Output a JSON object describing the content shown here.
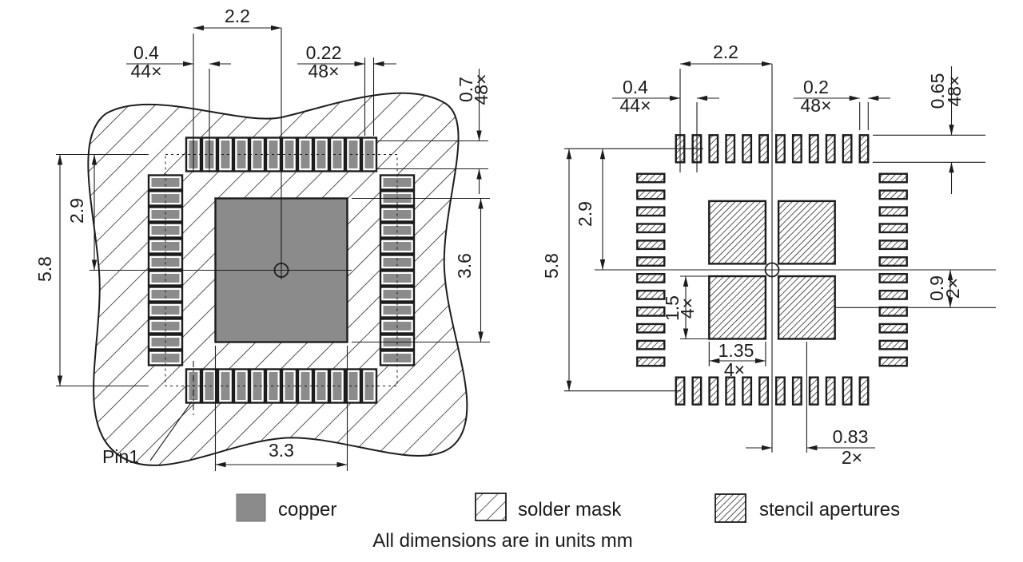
{
  "drawing": {
    "note": "All dimensions are in units mm",
    "colors": {
      "copper": "#8b8b8b",
      "line": "#1c1c1c",
      "background": "#ffffff"
    },
    "legend": {
      "copper": "copper",
      "solder_mask": "solder mask",
      "stencil": "stencil apertures"
    },
    "left_view": {
      "description": "PCB land pattern - copper and solder mask",
      "pin_count": 48,
      "pads_per_side": 12,
      "pin1_label": "Pin1",
      "dims": {
        "first_pad_offset": {
          "num": "2.2",
          "den": ""
        },
        "pad_pitch": {
          "num": "0.4",
          "den": "44×"
        },
        "pad_width": {
          "num": "0.22",
          "den": "48×"
        },
        "pad_length": {
          "num": "0.7",
          "den": "48×"
        },
        "half_span": {
          "num": "2.9",
          "den": ""
        },
        "full_span": {
          "num": "5.8",
          "den": ""
        },
        "thermal_pad_height": {
          "num": "3.6",
          "den": ""
        },
        "thermal_pad_width": {
          "num": "3.3",
          "den": ""
        }
      }
    },
    "right_view": {
      "description": "Stencil apertures",
      "apertures_per_side": 12,
      "paste_apertures": 4,
      "dims": {
        "first_aperture_offset": {
          "num": "2.2",
          "den": ""
        },
        "aperture_pitch": {
          "num": "0.4",
          "den": "44×"
        },
        "aperture_width": {
          "num": "0.2",
          "den": "48×"
        },
        "aperture_length": {
          "num": "0.65",
          "den": "48×"
        },
        "half_span": {
          "num": "2.9",
          "den": ""
        },
        "full_span": {
          "num": "5.8",
          "den": ""
        },
        "paste_row_offset": {
          "num": "0.9",
          "den": "2×"
        },
        "paste_col_offset": {
          "num": "0.83",
          "den": "2×"
        },
        "paste_height": {
          "num": "1.5",
          "den": "4×"
        },
        "paste_width": {
          "num": "1.35",
          "den": "4×"
        }
      }
    }
  }
}
